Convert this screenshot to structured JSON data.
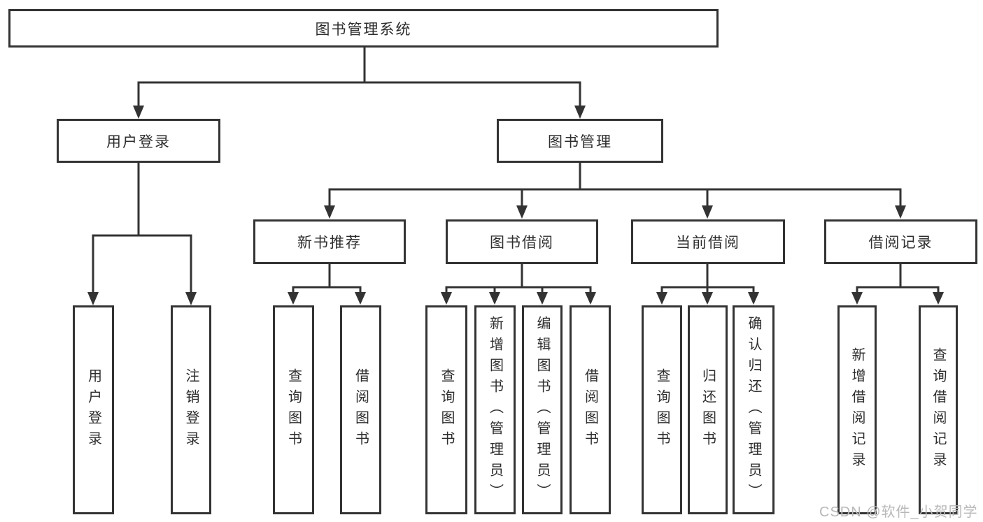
{
  "diagram": {
    "root": {
      "label": "图书管理系统"
    },
    "branches": [
      {
        "label": "用户登录",
        "children": [
          {
            "label": "用户登录"
          },
          {
            "label": "注销登录"
          }
        ]
      },
      {
        "label": "图书管理",
        "children": [
          {
            "label": "新书推荐",
            "children": [
              {
                "label": "查询图书"
              },
              {
                "label": "借阅图书"
              }
            ]
          },
          {
            "label": "图书借阅",
            "children": [
              {
                "label": "查询图书"
              },
              {
                "label": "新增图书（管理员）"
              },
              {
                "label": "编辑图书（管理员）"
              },
              {
                "label": "借阅图书"
              }
            ]
          },
          {
            "label": "当前借阅",
            "children": [
              {
                "label": "查询图书"
              },
              {
                "label": "归还图书"
              },
              {
                "label": "确认归还（管理员）"
              }
            ]
          },
          {
            "label": "借阅记录",
            "children": [
              {
                "label": "新增借阅记录"
              },
              {
                "label": "查询借阅记录"
              }
            ]
          }
        ]
      }
    ]
  },
  "watermark": {
    "text": "CSDN @软件_小贺同学"
  },
  "colors": {
    "line": "#333333",
    "border": "#333333",
    "fill": "#ffffff",
    "text": "#2e2e2e",
    "watermark": "#b8b8b8",
    "background": "#ffffff"
  }
}
